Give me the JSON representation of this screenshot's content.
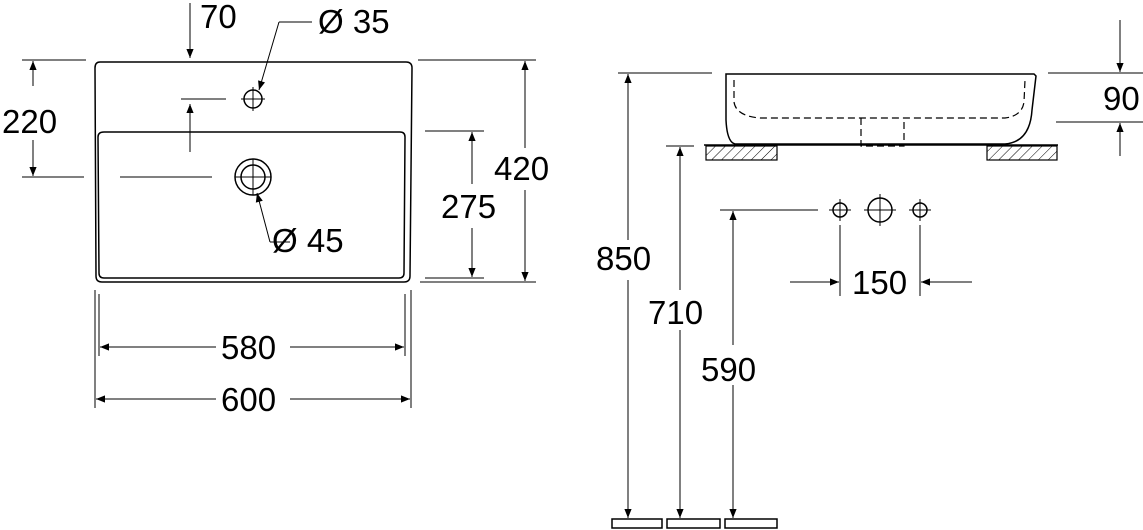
{
  "top_view": {
    "dim_tap_offset": "70",
    "dim_tap_hole": "Ø 35",
    "dim_waste_hole": "Ø 45",
    "dim_depth_to_waste": "220",
    "dim_inner_depth": "275",
    "dim_total_depth": "420",
    "dim_inner_width": "580",
    "dim_total_width": "600"
  },
  "side_view": {
    "dim_basin_height": "90",
    "dim_rim_height": "850",
    "dim_counter_height": "710",
    "dim_tap_height": "590",
    "dim_tap_spacing": "150"
  }
}
